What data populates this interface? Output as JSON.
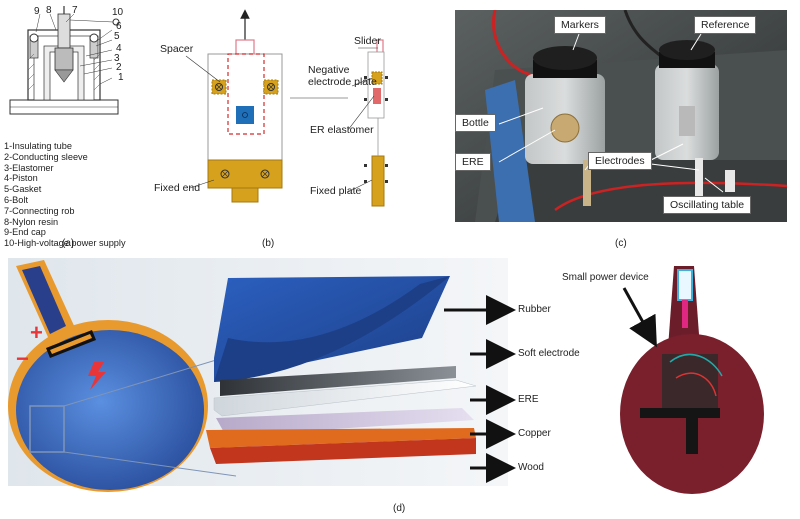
{
  "panel_a": {
    "numbers": [
      "9",
      "8",
      "7",
      "10",
      "6",
      "5",
      "4",
      "3",
      "2",
      "1"
    ],
    "legend": [
      "1-Insulating tube",
      "2-Conducting sleeve",
      "3-Elastomer",
      "4-Piston",
      "5-Gasket",
      "6-Bolt",
      "7-Connecting rob",
      "8-Nylon resin",
      "9-End cap",
      "10-High-voltage power supply"
    ],
    "caption": "(a)"
  },
  "panel_b": {
    "spacer": "Spacer",
    "fixed_end": "Fixed end",
    "slider": "Slider",
    "negative_electrode": "Negative electrode plate",
    "er_elastomer": "ER elastomer",
    "fixed_plate": "Fixed plate",
    "caption": "(b)"
  },
  "panel_c": {
    "markers": "Markers",
    "reference": "Reference",
    "bottle": "Bottle",
    "ere": "ERE",
    "electrodes": "Electrodes",
    "oscillating_table": "Oscillating table",
    "caption": "(c)"
  },
  "panel_d": {
    "plus": "+",
    "minus": "−",
    "layers": [
      "Rubber",
      "Soft electrode",
      "ERE",
      "Copper",
      "Wood"
    ],
    "small_power_device": "Small power device",
    "caption": "(d)"
  },
  "colors": {
    "gold": "#d6a21e",
    "red_dash": "#d62a2a",
    "pink": "#e07a8a",
    "blue_rubber": "#2a5fb8",
    "copper": "#e06a1e",
    "wood": "#c2361e",
    "paddle_blue": "#3b6fc4",
    "paddle_orange": "#e99a2e"
  }
}
